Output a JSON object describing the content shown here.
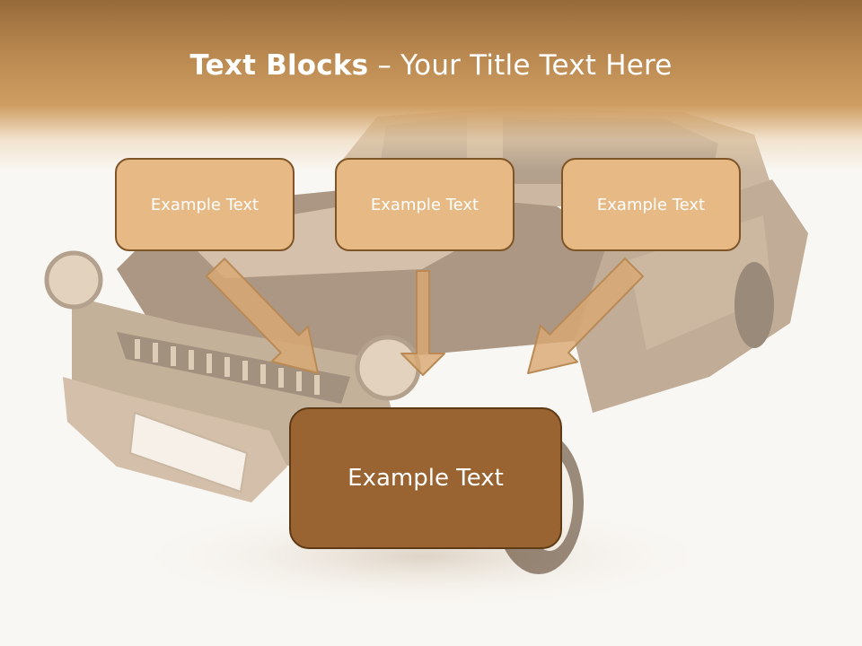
{
  "slide": {
    "title_bold": "Text Blocks",
    "title_dash": "–",
    "title_rest": "Your Title Text Here"
  },
  "blocks": [
    {
      "label": "Example Text"
    },
    {
      "label": "Example Text"
    },
    {
      "label": "Example Text"
    }
  ],
  "main_block": {
    "label": "Example Text"
  },
  "colors": {
    "header": "#b8874f",
    "block_fill": "#e6b985",
    "main_block_fill": "#9a6332",
    "arrow": "#d9a873",
    "background": "#f9f7f3"
  },
  "icons": [
    "vintage-car-illustration",
    "arrow-down-right-icon",
    "arrow-down-icon",
    "arrow-down-left-icon"
  ]
}
